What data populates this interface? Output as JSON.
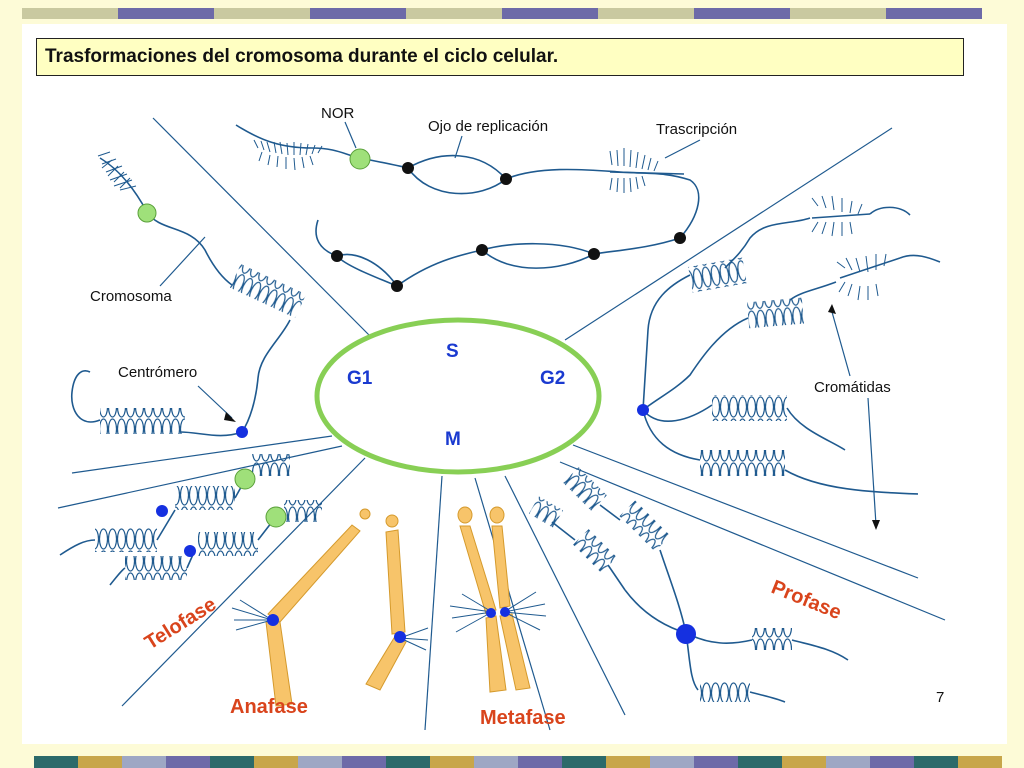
{
  "slide": {
    "title": "Trasformaciones del cromosoma durante el ciclo celular.",
    "page_number": "7"
  },
  "cycle": {
    "phases": [
      "S",
      "G1",
      "G2",
      "M"
    ]
  },
  "labels": {
    "nor": "NOR",
    "replication_eye": "Ojo de replicación",
    "transcription": "Trascripción",
    "chromosome": "Cromosoma",
    "centromere": "Centrómero",
    "chromatids": "Cromátidas"
  },
  "stages": {
    "telophase": "Telofase",
    "anaphase": "Anafase",
    "metaphase": "Metafase",
    "prophase": "Profase"
  },
  "colors": {
    "background": "#fdfbd7",
    "cycle_ring": "#88cf55",
    "phase_text": "#1a3ad0",
    "stage_text": "#d9441c",
    "chromosome_fill": "#f7c46a",
    "dna_line": "#1f5a8f",
    "nor_marker": "#9fe07a",
    "centromere": "#1530e0"
  },
  "icons": {
    "nor_marker": "green-circle",
    "replication_fork": "black-dot",
    "centromere": "blue-dot"
  }
}
